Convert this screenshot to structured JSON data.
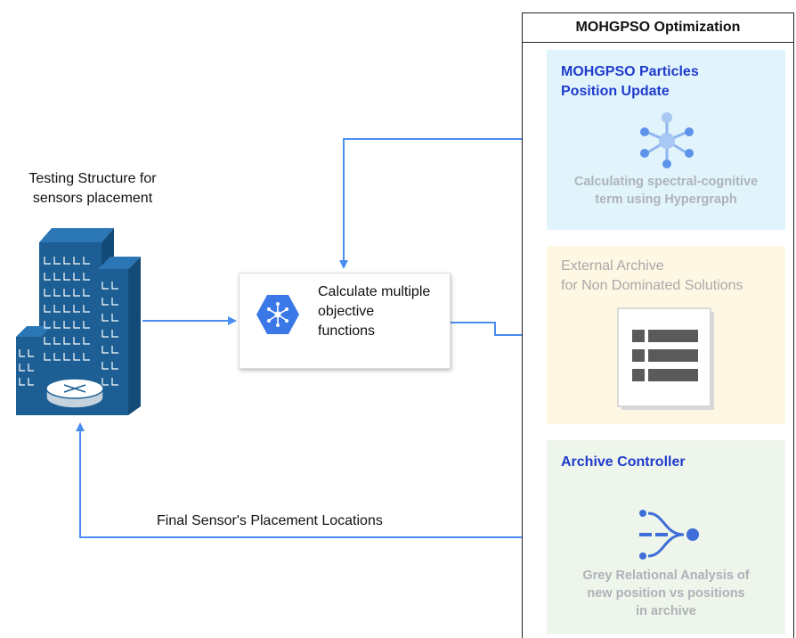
{
  "panel": {
    "title": "MOHGPSO Optimization"
  },
  "cards": {
    "pso": {
      "title": "MOHGPSO Particles\nPosition Update",
      "description": "Calculating spectral-cognitive\nterm using Hypergraph",
      "icon": "hypergraph-icon"
    },
    "archive": {
      "title": "External Archive\nfor Non Dominated Solutions",
      "icon": "server-list-icon"
    },
    "controller": {
      "title": "Archive Controller",
      "description": "Grey Relational Analysis of\nnew position vs positions\nin archive",
      "icon": "merge-flow-icon"
    }
  },
  "calc": {
    "label": "Calculate multiple\nobjective\nfunctions",
    "icon": "hexagon-network-icon"
  },
  "structure": {
    "label": "Testing Structure for\nsensors placement",
    "icon": "buildings-router-icon"
  },
  "feedback": {
    "label": "Final Sensor's Placement Locations"
  },
  "colors": {
    "arrow": "#4a8df0",
    "title_blue": "#1f3bcc",
    "building": "#1d5f94",
    "hexagon": "#3b78e7"
  }
}
